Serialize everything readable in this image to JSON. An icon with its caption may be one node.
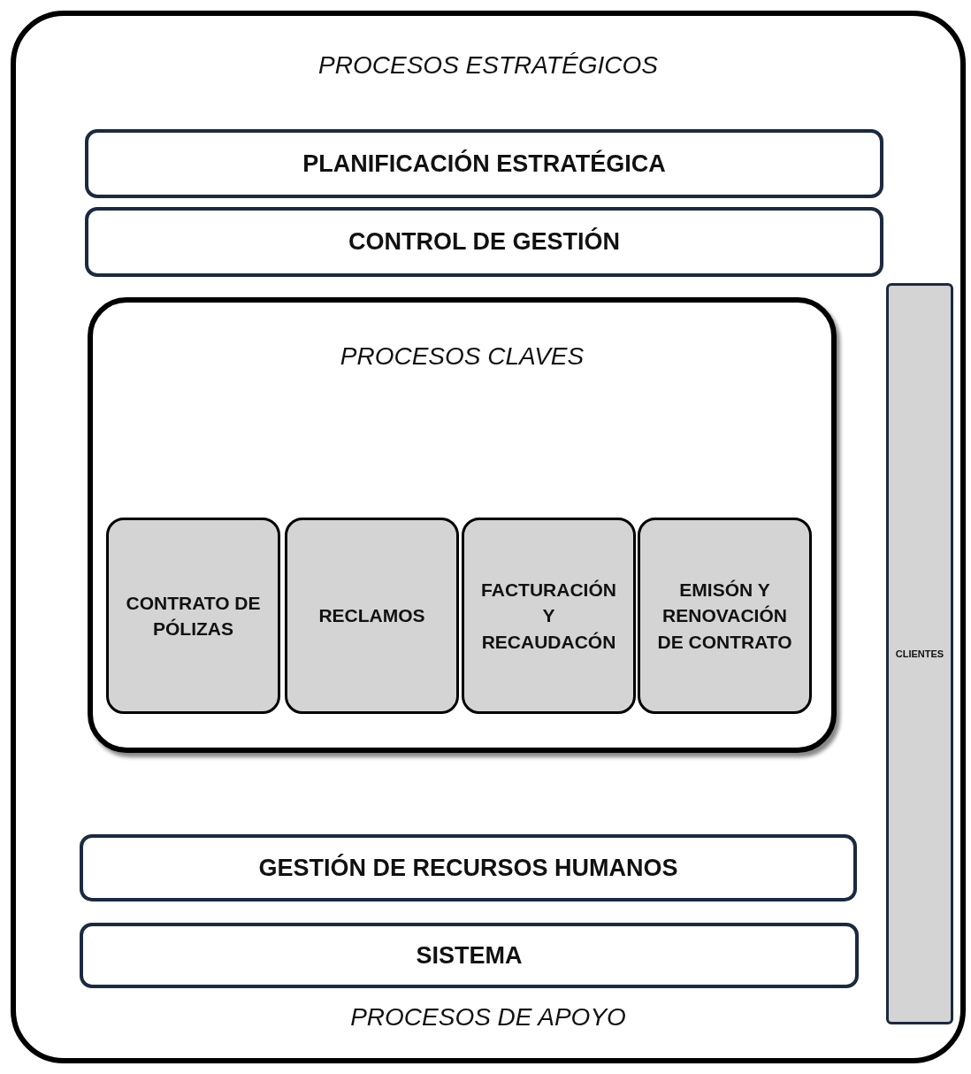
{
  "diagram": {
    "nodes": [
      {
        "text": [
          "PROCESOS ESTRATÉGICOS",
          "PROCESOS DE APOYO"
        ]
      },
      {
        "text": [
          "PLANIFICACIÓN ESTRATÉGICA"
        ],
        "in": 0
      },
      {
        "text": [
          "CONTROL DE GESTIÓN"
        ],
        "in": 0
      },
      {
        "text": [
          "PROCESOS CLAVES"
        ],
        "in": 0
      },
      {
        "text": [
          "CONTRATO DE PÓLIZAS"
        ],
        "in": 3
      },
      {
        "text": [
          "RECLAMOS"
        ],
        "in": 3
      },
      {
        "text": [
          "FACTURACIÓN Y RECAUDACÓN"
        ],
        "in": 3
      },
      {
        "text": [
          "EMISÓN Y RENOVACIÓN DE CONTRATO"
        ],
        "in": 3
      },
      {
        "text": [
          "GESTIÓN DE RECURSOS HUMANOS"
        ],
        "in": 0
      },
      {
        "text": [
          "SISTEMA"
        ],
        "in": 0
      },
      {
        "text": [
          "CLIENTES"
        ],
        "in": 0
      }
    ],
    "edges": []
  }
}
